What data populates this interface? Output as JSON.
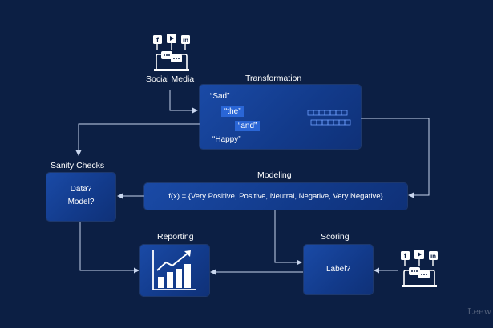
{
  "nodes": {
    "social_media": "Social Media",
    "transformation": "Transformation",
    "sanity_checks": "Sanity Checks",
    "modeling": "Modeling",
    "reporting": "Reporting",
    "scoring": "Scoring"
  },
  "transformation_words": [
    "“Sad”",
    "“the”",
    "“and”",
    "“Happy”"
  ],
  "sanity_box": {
    "line1": "Data?",
    "line2": "Model?"
  },
  "modeling_formula": "f(x) = {Very Positive, Positive, Neutral, Negative, Very Negative}",
  "scoring_box": "Label?",
  "social_icons": [
    "facebook-icon",
    "youtube-icon",
    "linkedin-icon"
  ],
  "watermark": "Leew",
  "colors": {
    "background": "#0c1f44",
    "box": "#1a4aa6",
    "highlight": "#2a66d6",
    "arrow": "#c9d6ee"
  }
}
